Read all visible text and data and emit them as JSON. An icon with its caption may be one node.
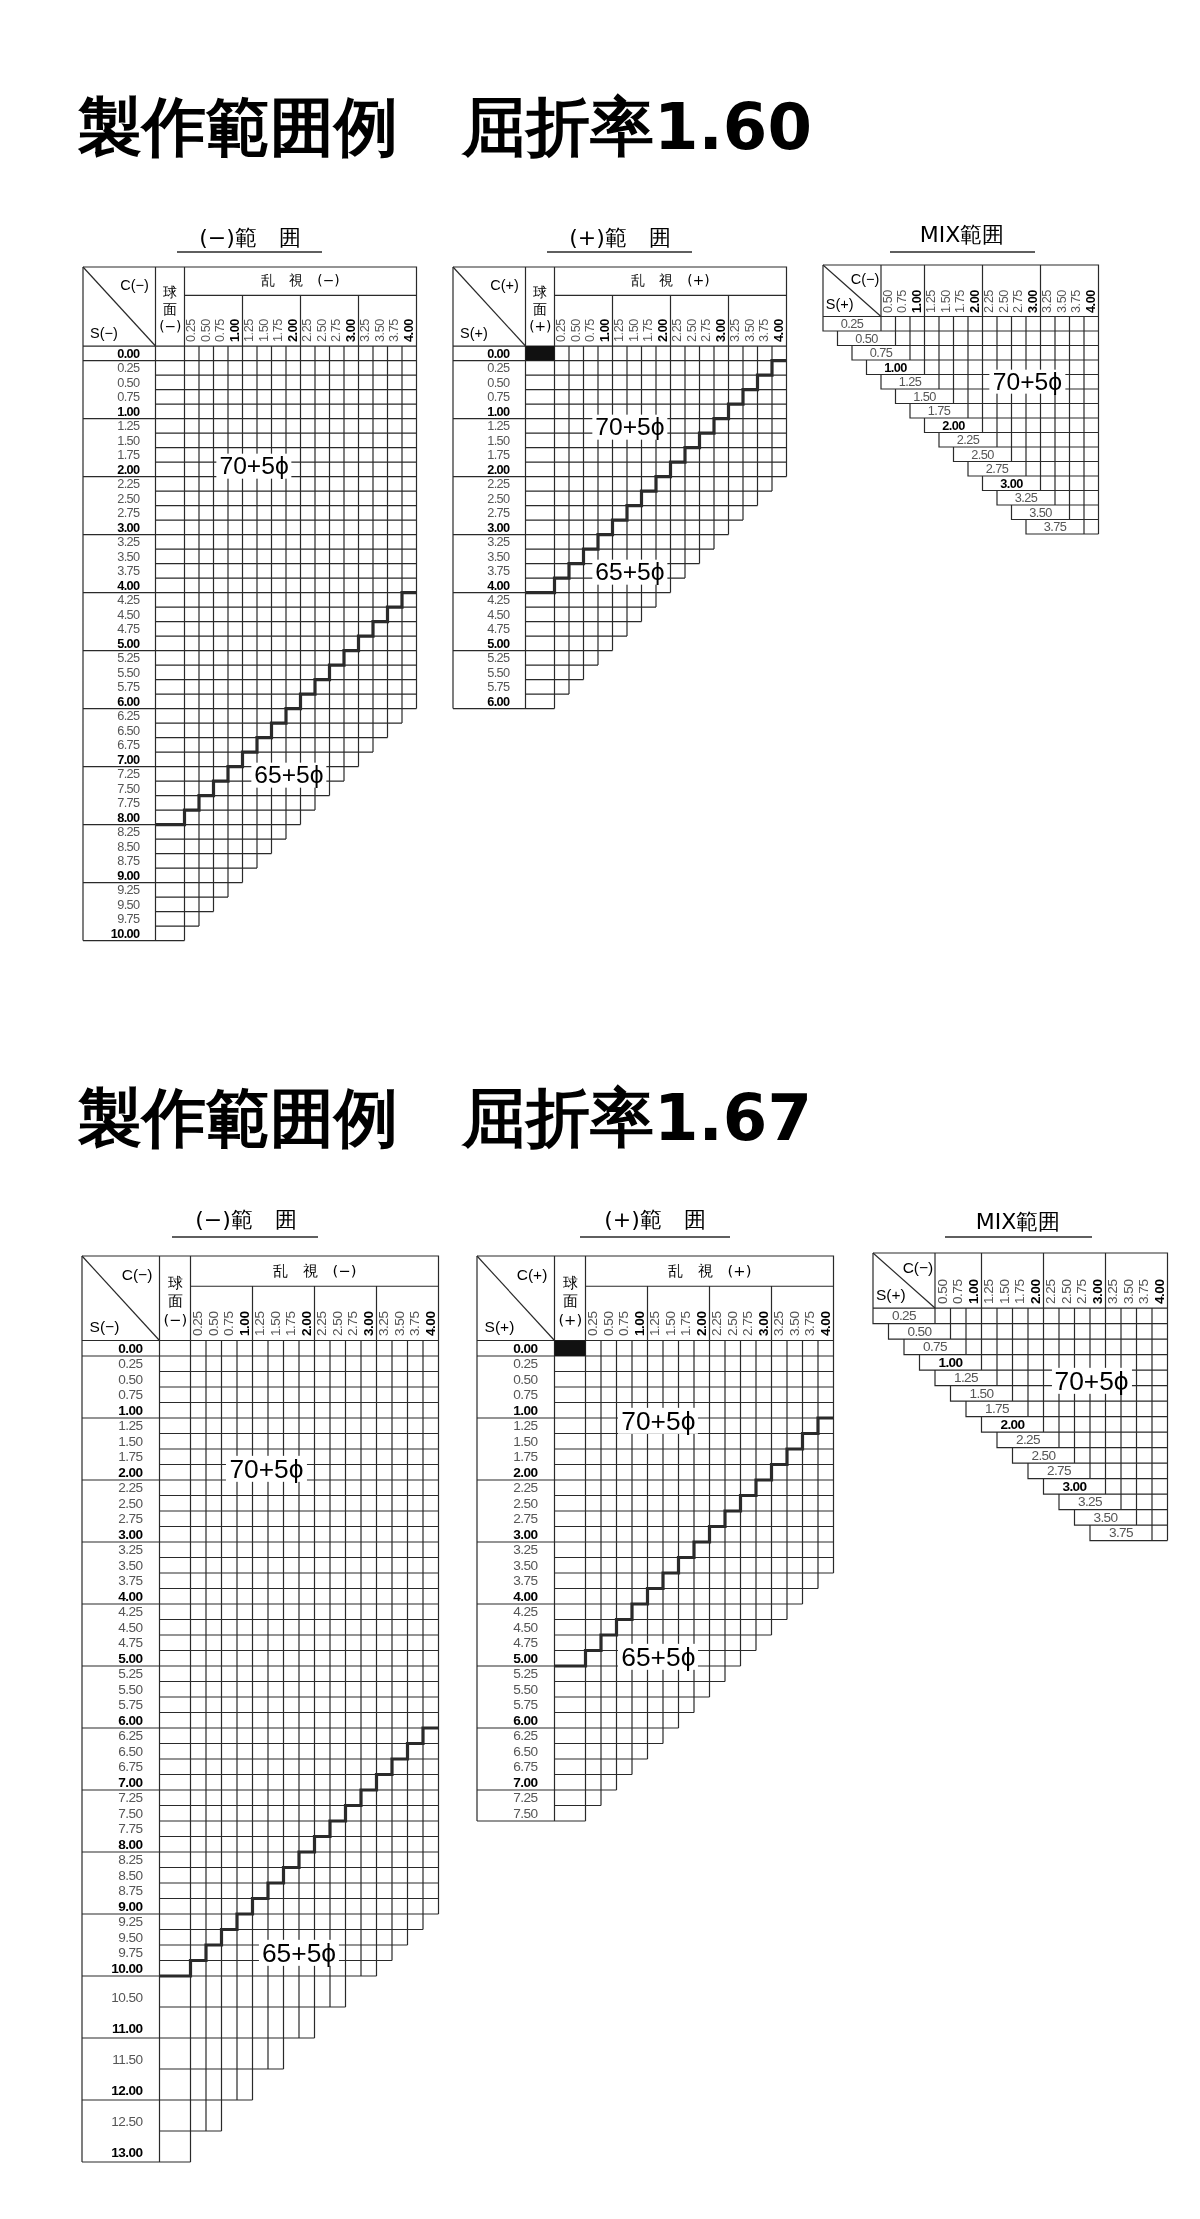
{
  "diagram": {
    "labels": [
      "製作範囲例　屈折率1.60",
      "(−)範　囲",
      "C(−)",
      "S(−)",
      "球面(−)",
      "乱　視　(−)",
      "0.25",
      "0.50",
      "0.75",
      "1.00",
      "1.25",
      "1.50",
      "1.75",
      "2.00",
      "2.25",
      "2.50",
      "2.75",
      "3.00",
      "3.25",
      "3.50",
      "3.75",
      "4.00",
      "0.00",
      "0.25",
      "0.50",
      "0.75",
      "1.00",
      "1.25",
      "1.50",
      "1.75",
      "2.00",
      "2.25",
      "2.50",
      "2.75",
      "3.00",
      "3.25",
      "3.50",
      "3.75",
      "4.00",
      "4.25",
      "4.50",
      "4.75",
      "5.00",
      "5.25",
      "5.50",
      "5.75",
      "6.00",
      "6.25",
      "6.50",
      "6.75",
      "7.00",
      "7.25",
      "7.50",
      "7.75",
      "8.00",
      "8.25",
      "8.50",
      "8.75",
      "9.00",
      "9.25",
      "9.50",
      "9.75",
      "10.00",
      "70+5ϕ",
      "65+5ϕ",
      "(+)範　囲",
      "C(+)",
      "S(+)",
      "球面(+)",
      "乱　視　(+)",
      "0.25",
      "0.50",
      "0.75",
      "1.00",
      "1.25",
      "1.50",
      "1.75",
      "2.00",
      "2.25",
      "2.50",
      "2.75",
      "3.00",
      "3.25",
      "3.50",
      "3.75",
      "4.00",
      "0.00",
      "0.25",
      "0.50",
      "0.75",
      "1.00",
      "1.25",
      "1.50",
      "1.75",
      "2.00",
      "2.25",
      "2.50",
      "2.75",
      "3.00",
      "3.25",
      "3.50",
      "3.75",
      "4.00",
      "4.25",
      "4.50",
      "4.75",
      "5.00",
      "5.25",
      "5.50",
      "5.75",
      "6.00",
      "70+5ϕ",
      "65+5ϕ",
      "MIX範囲",
      "C(−)",
      "S(+)",
      "0.50",
      "0.75",
      "1.00",
      "1.25",
      "1.50",
      "1.75",
      "2.00",
      "2.25",
      "2.50",
      "2.75",
      "3.00",
      "3.25",
      "3.50",
      "3.75",
      "4.00",
      "0.25",
      "0.50",
      "0.75",
      "1.00",
      "1.25",
      "1.50",
      "1.75",
      "2.00",
      "2.25",
      "2.50",
      "2.75",
      "3.00",
      "3.25",
      "3.50",
      "3.75",
      "70+5ϕ",
      "製作範囲例　屈折率1.67",
      "(−)範　囲",
      "C(−)",
      "S(−)",
      "球面(−)",
      "乱　視　(−)",
      "0.25",
      "0.50",
      "0.75",
      "1.00",
      "1.25",
      "1.50",
      "1.75",
      "2.00",
      "2.25",
      "2.50",
      "2.75",
      "3.00",
      "3.25",
      "3.50",
      "3.75",
      "4.00",
      "0.00",
      "0.25",
      "0.50",
      "0.75",
      "1.00",
      "1.25",
      "1.50",
      "1.75",
      "2.00",
      "2.25",
      "2.50",
      "2.75",
      "3.00",
      "3.25",
      "3.50",
      "3.75",
      "4.00",
      "4.25",
      "4.50",
      "4.75",
      "5.00",
      "5.25",
      "5.50",
      "5.75",
      "6.00",
      "6.25",
      "6.50",
      "6.75",
      "7.00",
      "7.25",
      "7.50",
      "7.75",
      "8.00",
      "8.25",
      "8.50",
      "8.75",
      "9.00",
      "9.25",
      "9.50",
      "9.75",
      "10.00",
      "10.50",
      "11.00",
      "11.50",
      "12.00",
      "12.50",
      "13.00",
      "70+5ϕ",
      "65+5ϕ",
      "(+)範　囲",
      "C(+)",
      "S(+)",
      "球面(+)",
      "乱　視　(+)",
      "0.25",
      "0.50",
      "0.75",
      "1.00",
      "1.25",
      "1.50",
      "1.75",
      "2.00",
      "2.25",
      "2.50",
      "2.75",
      "3.00",
      "3.25",
      "3.50",
      "3.75",
      "4.00",
      "0.00",
      "0.25",
      "0.50",
      "0.75",
      "1.00",
      "1.25",
      "1.50",
      "1.75",
      "2.00",
      "2.25",
      "2.50",
      "2.75",
      "3.00",
      "3.25",
      "3.50",
      "3.75",
      "4.00",
      "4.25",
      "4.50",
      "4.75",
      "5.00",
      "5.25",
      "5.50",
      "5.75",
      "6.00",
      "6.25",
      "6.50",
      "6.75",
      "7.00",
      "7.25",
      "7.50",
      "70+5ϕ",
      "65+5ϕ",
      "MIX範囲",
      "C(−)",
      "S(+)",
      "0.50",
      "0.75",
      "1.00",
      "1.25",
      "1.50",
      "1.75",
      "2.00",
      "2.25",
      "2.50",
      "2.75",
      "3.00",
      "3.25",
      "3.50",
      "3.75",
      "4.00",
      "0.25",
      "0.50",
      "0.75",
      "1.00",
      "1.25",
      "1.50",
      "1.75",
      "2.00",
      "2.25",
      "2.50",
      "2.75",
      "3.00",
      "3.25",
      "3.50",
      "3.75",
      "70+5ϕ"
    ]
  }
}
